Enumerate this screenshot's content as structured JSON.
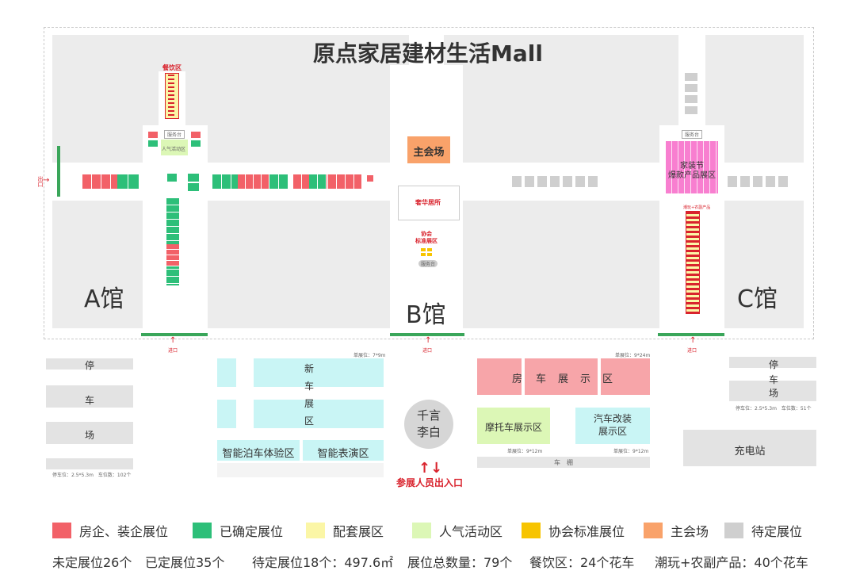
{
  "title": "原点家居建材生活Mall",
  "halls": {
    "a": "A馆",
    "b": "B馆",
    "c": "C馆"
  },
  "zones": {
    "dining": "餐饮区",
    "service_desk_a": "服务台",
    "popular_activity": "人气活动区",
    "main_venue": "主会场",
    "luxury": "奢华居所",
    "assoc_standard": "协会\n标准展区",
    "service_desk_b": "服务台",
    "service_desk_c": "服务台",
    "home_fest": "家装节\n爆款产品展区",
    "trend_label": "潮玩+农副产品",
    "exit_left": "出口"
  },
  "entrances": {
    "a": "进口",
    "b": "进口",
    "c": "进口"
  },
  "outside": {
    "parking_left": [
      "停",
      "车",
      "场"
    ],
    "parking_left_note": "停车位：2.5*5.3m　车位数：102个",
    "new_car_chars": [
      "新",
      "车",
      "展",
      "区"
    ],
    "new_car_unit": "单展位：7*9m",
    "smart_parking": "智能泊车体验区",
    "smart_show": "智能表演区",
    "qianyan": "千言\n李白",
    "visitor_entry": "参展人员出入口",
    "rv_chars": [
      "房",
      "车",
      "展",
      "示",
      "区"
    ],
    "rv_unit": "单展位：9*24m",
    "moto": "摩托车展示区",
    "moto_unit": "单展位：9*12m",
    "car_mod": "汽车改装\n展示区",
    "car_mod_unit": "单展位：9*12m",
    "shed": "车　棚",
    "parking_right": [
      "停",
      "车",
      "场"
    ],
    "parking_right_note": "停车位：2.5*5.3m　车位数：51个",
    "charging": "充电站"
  },
  "legend": [
    {
      "label": "房企、装企展位",
      "color": "#f26168"
    },
    {
      "label": "已确定展位",
      "color": "#2dbf79"
    },
    {
      "label": "配套展区",
      "color": "#fbf6a6"
    },
    {
      "label": "人气活动区",
      "color": "#dcf7b6"
    },
    {
      "label": "协会标准展位",
      "color": "#f7c400"
    },
    {
      "label": "主会场",
      "color": "#f9a26a"
    },
    {
      "label": "待定展位",
      "color": "#cfcfcf"
    }
  ],
  "stats": {
    "undecided": "未定展位26个",
    "decided": "已定展位35个",
    "pending": "待定展位18个：497.6㎡",
    "total": "展位总数量：79个",
    "dining": "餐饮区：24个花车",
    "trend": "潮玩+农副产品：40个花车"
  }
}
